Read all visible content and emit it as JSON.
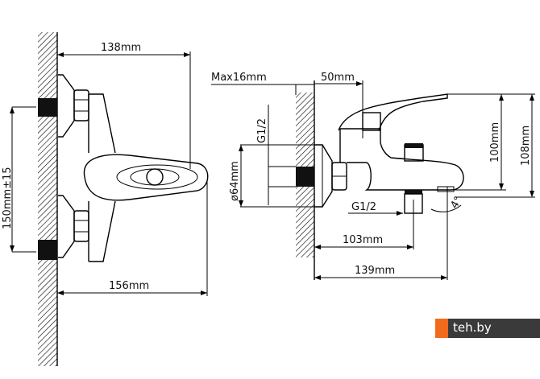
{
  "front_view": {
    "width_to_handle_axis": "138mm",
    "inlet_spacing": "150mm±15",
    "total_depth": "156mm"
  },
  "side_view": {
    "max_eccentric": "Max16mm",
    "handle_offset": "50mm",
    "inlet_thread": "G1/2",
    "flange_diameter": "ø64mm",
    "outlet_thread": "G1/2",
    "height_to_spout": "100mm",
    "total_height": "108mm",
    "spout_outlet_depth": "103mm",
    "total_length": "139mm",
    "angle": "4°"
  },
  "watermark": {
    "text": "teh.by",
    "accent_color": "#f26a1b"
  }
}
